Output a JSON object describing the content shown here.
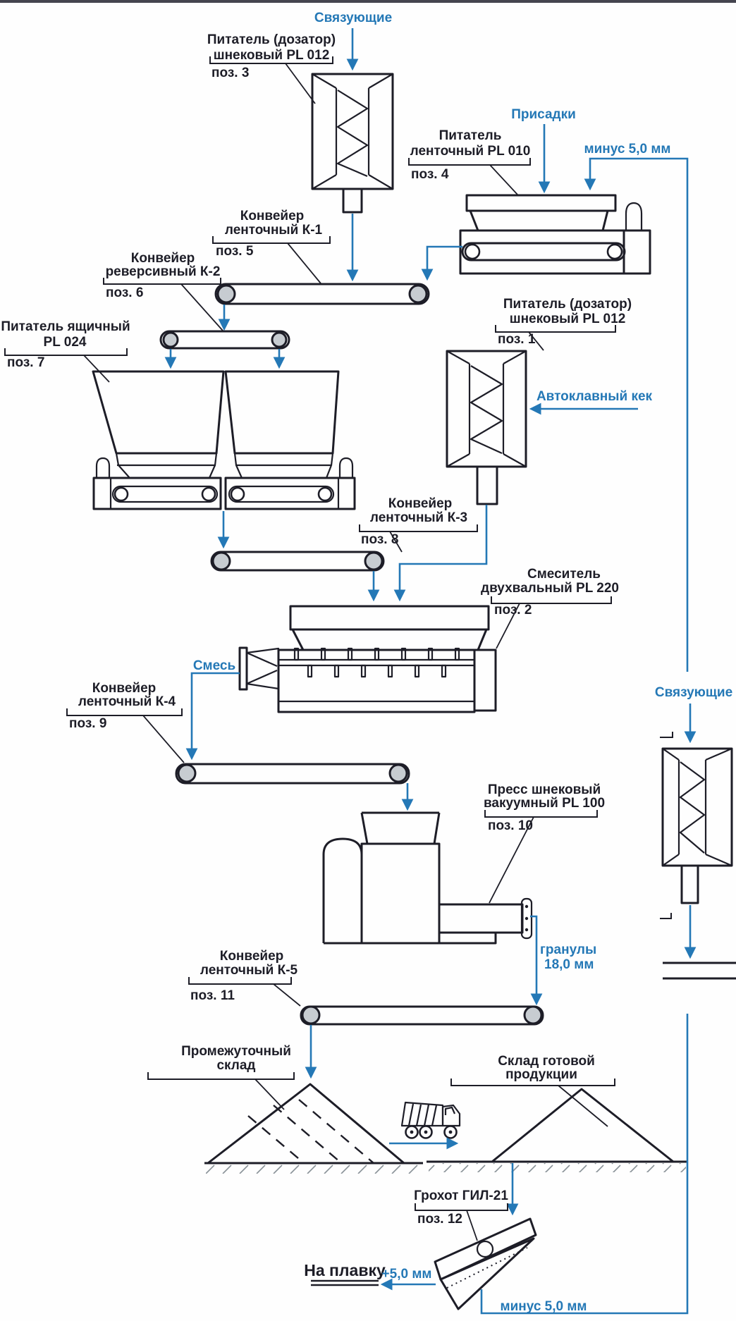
{
  "colors": {
    "flow_blue": "#2478b6",
    "ink": "#1d1d27",
    "pulley_fill": "#c7ccd1",
    "hatch_gray": "#8a9298",
    "top_strip": "#45454f"
  },
  "labels": {
    "feeder3": {
      "l1": "Питатель (дозатор)",
      "l2": "шнековый PL 012",
      "pos": "поз. 3"
    },
    "feeder4": {
      "l1": "Питатель",
      "l2": "ленточный PL 010",
      "pos": "поз. 4"
    },
    "k1": {
      "l1": "Конвейер",
      "l2": "ленточный К-1",
      "pos": "поз. 5"
    },
    "k2": {
      "l1": "Конвейер",
      "l2": "реверсивный К-2",
      "pos": "поз. 6"
    },
    "pl024": {
      "l1": "Питатель ящичный",
      "l2": "PL 024",
      "pos": "поз. 7"
    },
    "feeder1": {
      "l1": "Питатель (дозатор)",
      "l2": "шнековый PL 012",
      "pos": "поз. 1"
    },
    "k3": {
      "l1": "Конвейер",
      "l2": "ленточный К-3",
      "pos": "поз. 8"
    },
    "mixer": {
      "l1": "Смеситель",
      "l2": "двухвальный PL 220",
      "pos": "поз. 2"
    },
    "k4": {
      "l1": "Конвейер",
      "l2": "ленточный К-4",
      "pos": "поз. 9"
    },
    "press": {
      "l1": "Пресс шнековый",
      "l2": "вакуумный PL 100",
      "pos": "поз. 10"
    },
    "k5": {
      "l1": "Конвейер",
      "l2": "ленточный К-5",
      "pos": "поз. 11"
    },
    "screen": {
      "l1": "Грохот ГИЛ-21",
      "pos": "поз. 12"
    },
    "stock1": {
      "l1": "Промежуточный",
      "l2": "склад"
    },
    "stock2": {
      "l1": "Склад готовой",
      "l2": "продукции"
    }
  },
  "flows": {
    "binders_top": "Связующие",
    "additives": "Присадки",
    "minus5_top": "минус 5,0 мм",
    "autoclave_cake": "Автоклавный кек",
    "mix": "Смесь",
    "binders_right": "Связующие",
    "granules_l1": "гранулы",
    "granules_l2": "18,0 мм",
    "to_melt": "На плавку",
    "plus5": "+5,0 мм",
    "minus5_bottom": "минус 5,0 мм"
  }
}
